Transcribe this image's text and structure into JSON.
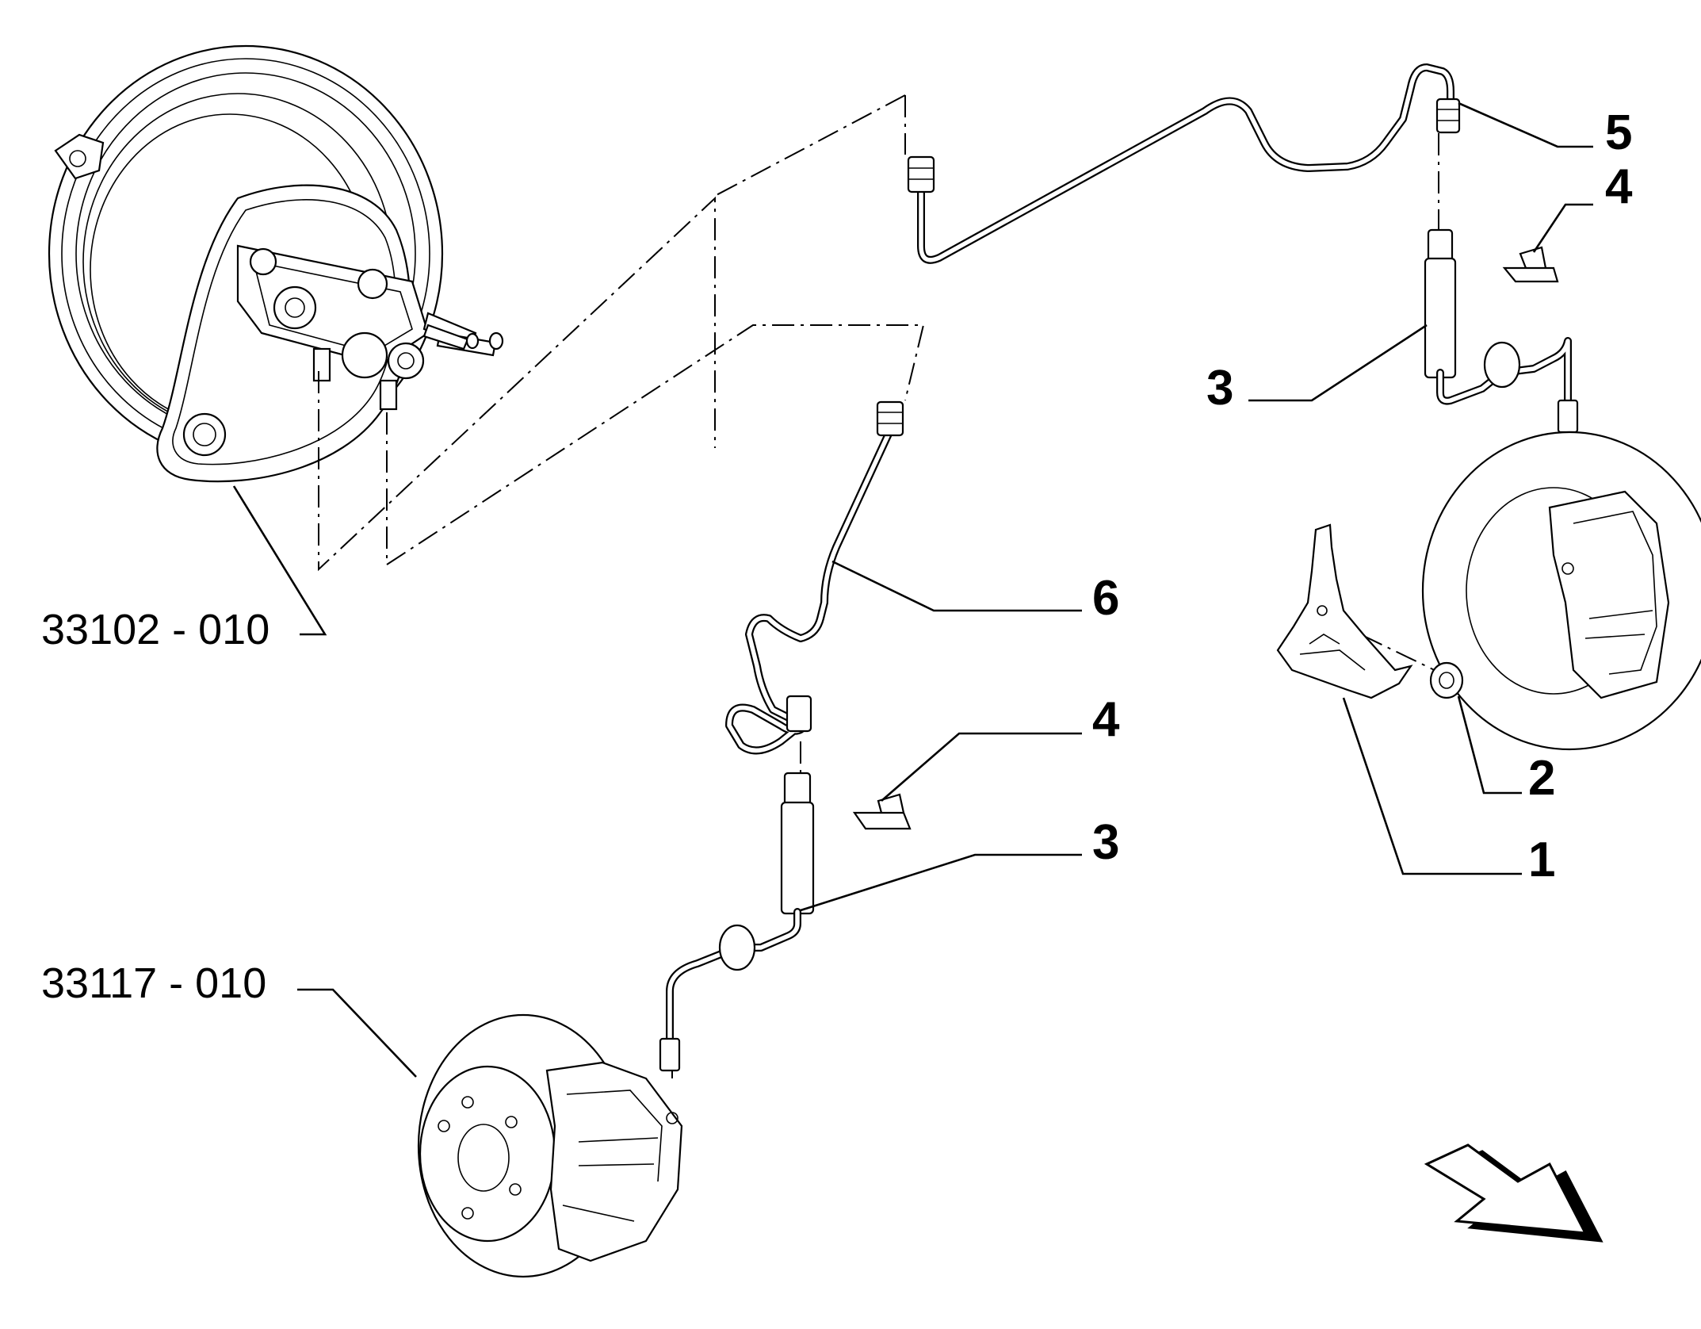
{
  "labels": {
    "ref_servo": "33102 - 010",
    "ref_brake": "33117 - 010",
    "n1": "1",
    "n2": "2",
    "n3_right": "3",
    "n3_left": "3",
    "n4_right": "4",
    "n4_left": "4",
    "n5": "5",
    "n6": "6"
  },
  "icons": {
    "direction_arrow": "direction-arrow-icon"
  }
}
